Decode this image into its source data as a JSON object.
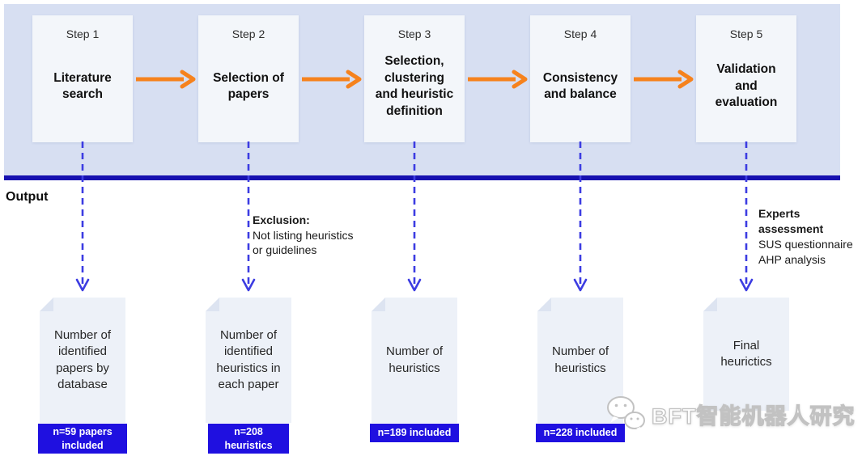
{
  "output_label": "Output",
  "steps": [
    {
      "label": "Step 1",
      "title": "Literature\nsearch"
    },
    {
      "label": "Step 2",
      "title": "Selection of\npapers"
    },
    {
      "label": "Step 3",
      "title": "Selection,\nclustering\nand heuristic\ndefinition"
    },
    {
      "label": "Step 4",
      "title": "Consistency\nand balance"
    },
    {
      "label": "Step 5",
      "title": "Validation\nand\nevaluation"
    }
  ],
  "outputs": [
    {
      "text": "Number of\nidentified\npapers by\ndatabase",
      "badge": "n=59 papers\nincluded"
    },
    {
      "text": "Number of\nidentified\nheuristics in\neach paper",
      "badge": "n=208\nheuristics"
    },
    {
      "text": "Number of\nheuristics",
      "badge": "n=189 included"
    },
    {
      "text": "Number of\nheuristics",
      "badge": "n=228 included"
    },
    {
      "text": "Final\nheurictics",
      "badge": ""
    }
  ],
  "annotations": {
    "exclusion_heading": "Exclusion:",
    "exclusion_body": "Not listing heuristics\nor guidelines",
    "experts_heading": "Experts\nassessment",
    "experts_body": "SUS questionnaire\nAHP analysis"
  },
  "watermark": {
    "text": "BFT智能机器人研究",
    "icon": "wechat-icon"
  },
  "colors": {
    "band_background": "#d7dff2",
    "step_box_background": "#f3f6fa",
    "output_box_background": "#edf1f8",
    "folded_corner": "#dde4f1",
    "arrow_orange": "#f6821d",
    "divider_navy": "#1711b0",
    "dashed_arrow_blue": "#3c3ce2",
    "badge_blue": "#1f10e0",
    "badge_text": "#ffffff",
    "text_dark": "#1c1c1c"
  }
}
